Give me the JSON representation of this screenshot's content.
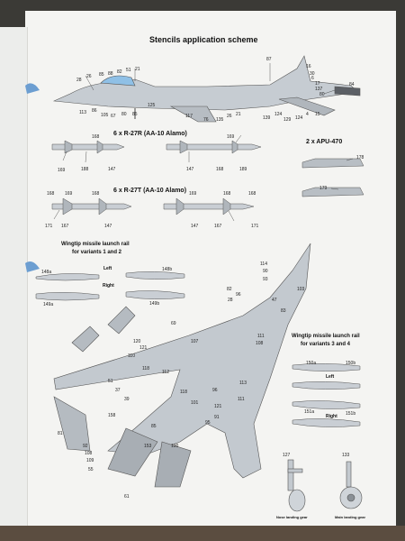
{
  "title": "Stencils application scheme",
  "sections": {
    "r27r": "6 x R-27R (AA-10 Alamo)",
    "r27t": "6 x R-27T (AA-10 Alamo)",
    "apu": "2 x APU-470",
    "wingtip_1_2": "Wingtip missile launch rail",
    "wingtip_1_2b": "for variants 1 and 2",
    "wingtip_3_4": "Wingtip missile launch rail",
    "wingtip_3_4b": "for variants 3 and 4"
  },
  "labels": {
    "left": "Left",
    "right": "Right",
    "nose_gear": "Nose landing gear",
    "main_gear": "Main landing gear"
  },
  "callouts": {
    "fuselage_top": [
      "28",
      "26",
      "85",
      "88",
      "82",
      "51",
      "21",
      "87",
      "16",
      "30",
      "6",
      "17",
      "137",
      "80",
      "84"
    ],
    "fuselage_bottom": [
      "113",
      "86",
      "105",
      "67",
      "80",
      "85",
      "125",
      "117",
      "76",
      "135",
      "26",
      "21",
      "139",
      "124",
      "129",
      "124",
      "4",
      "15"
    ],
    "r27r": [
      "169",
      "188",
      "147",
      "168",
      "147",
      "169",
      "189",
      "168"
    ],
    "r27t": [
      "168",
      "169",
      "168",
      "171",
      "167",
      "147",
      "169",
      "168",
      "168",
      "147",
      "167",
      "171"
    ],
    "apu": [
      "178",
      "179"
    ],
    "rail12": [
      "148a",
      "148b",
      "149a",
      "149b"
    ],
    "rail34": [
      "150a",
      "150b",
      "151a",
      "151b"
    ],
    "gear": [
      "127",
      "133"
    ],
    "plan": [
      "114",
      "90",
      "103",
      "93",
      "82",
      "96",
      "28",
      "47",
      "83",
      "69",
      "107",
      "111",
      "108",
      "120",
      "121",
      "110",
      "118",
      "112",
      "51",
      "37",
      "39",
      "118",
      "101",
      "158",
      "121",
      "91",
      "111",
      "92",
      "108",
      "109",
      "81",
      "55",
      "153",
      "100",
      "96",
      "95",
      "113",
      "85",
      "61"
    ]
  }
}
